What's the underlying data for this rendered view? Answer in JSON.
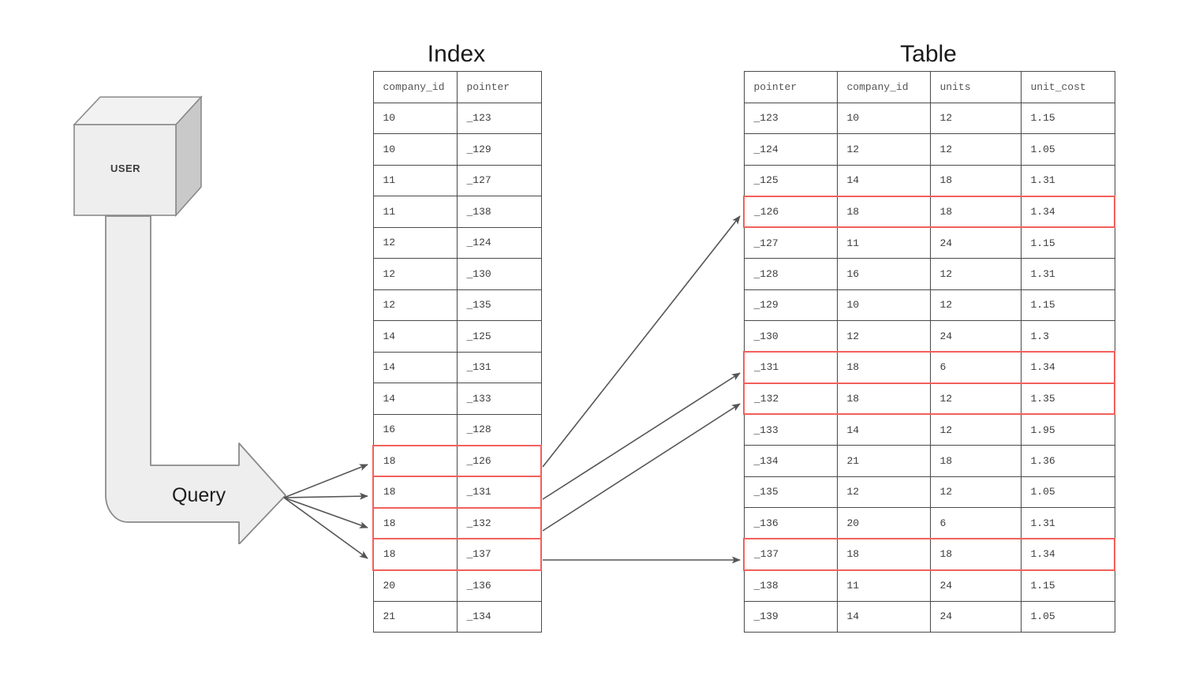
{
  "titles": {
    "index": "Index",
    "table": "Table"
  },
  "user": {
    "label": "USER"
  },
  "query": {
    "label": "Query"
  },
  "index_table": {
    "columns": [
      "company_id",
      "pointer"
    ],
    "rows": [
      {
        "company_id": "10",
        "pointer": "_123",
        "highlighted": false
      },
      {
        "company_id": "10",
        "pointer": "_129",
        "highlighted": false
      },
      {
        "company_id": "11",
        "pointer": "_127",
        "highlighted": false
      },
      {
        "company_id": "11",
        "pointer": "_138",
        "highlighted": false
      },
      {
        "company_id": "12",
        "pointer": "_124",
        "highlighted": false
      },
      {
        "company_id": "12",
        "pointer": "_130",
        "highlighted": false
      },
      {
        "company_id": "12",
        "pointer": "_135",
        "highlighted": false
      },
      {
        "company_id": "14",
        "pointer": "_125",
        "highlighted": false
      },
      {
        "company_id": "14",
        "pointer": "_131",
        "highlighted": false
      },
      {
        "company_id": "14",
        "pointer": "_133",
        "highlighted": false
      },
      {
        "company_id": "16",
        "pointer": "_128",
        "highlighted": false
      },
      {
        "company_id": "18",
        "pointer": "_126",
        "highlighted": true
      },
      {
        "company_id": "18",
        "pointer": "_131",
        "highlighted": true
      },
      {
        "company_id": "18",
        "pointer": "_132",
        "highlighted": true
      },
      {
        "company_id": "18",
        "pointer": "_137",
        "highlighted": true
      },
      {
        "company_id": "20",
        "pointer": "_136",
        "highlighted": false
      },
      {
        "company_id": "21",
        "pointer": "_134",
        "highlighted": false
      }
    ]
  },
  "main_table": {
    "columns": [
      "pointer",
      "company_id",
      "units",
      "unit_cost"
    ],
    "rows": [
      {
        "pointer": "_123",
        "company_id": "10",
        "units": "12",
        "unit_cost": "1.15",
        "highlighted": false
      },
      {
        "pointer": "_124",
        "company_id": "12",
        "units": "12",
        "unit_cost": "1.05",
        "highlighted": false
      },
      {
        "pointer": "_125",
        "company_id": "14",
        "units": "18",
        "unit_cost": "1.31",
        "highlighted": false
      },
      {
        "pointer": "_126",
        "company_id": "18",
        "units": "18",
        "unit_cost": "1.34",
        "highlighted": true
      },
      {
        "pointer": "_127",
        "company_id": "11",
        "units": "24",
        "unit_cost": "1.15",
        "highlighted": false
      },
      {
        "pointer": "_128",
        "company_id": "16",
        "units": "12",
        "unit_cost": "1.31",
        "highlighted": false
      },
      {
        "pointer": "_129",
        "company_id": "10",
        "units": "12",
        "unit_cost": "1.15",
        "highlighted": false
      },
      {
        "pointer": "_130",
        "company_id": "12",
        "units": "24",
        "unit_cost": "1.3",
        "highlighted": false
      },
      {
        "pointer": "_131",
        "company_id": "18",
        "units": "6",
        "unit_cost": "1.34",
        "highlighted": true
      },
      {
        "pointer": "_132",
        "company_id": "18",
        "units": "12",
        "unit_cost": "1.35",
        "highlighted": true
      },
      {
        "pointer": "_133",
        "company_id": "14",
        "units": "12",
        "unit_cost": "1.95",
        "highlighted": false
      },
      {
        "pointer": "_134",
        "company_id": "21",
        "units": "18",
        "unit_cost": "1.36",
        "highlighted": false
      },
      {
        "pointer": "_135",
        "company_id": "12",
        "units": "12",
        "unit_cost": "1.05",
        "highlighted": false
      },
      {
        "pointer": "_136",
        "company_id": "20",
        "units": "6",
        "unit_cost": "1.31",
        "highlighted": false
      },
      {
        "pointer": "_137",
        "company_id": "18",
        "units": "18",
        "unit_cost": "1.34",
        "highlighted": true
      },
      {
        "pointer": "_138",
        "company_id": "11",
        "units": "24",
        "unit_cost": "1.15",
        "highlighted": false
      },
      {
        "pointer": "_139",
        "company_id": "14",
        "units": "24",
        "unit_cost": "1.05",
        "highlighted": false
      }
    ]
  },
  "colors": {
    "highlight": "#f2605b",
    "grid_line": "#4a4a4a",
    "shape_fill": "#eeeeee",
    "shape_stroke": "#8a8a8a",
    "arrow": "#555555",
    "text": "#3d3d3d"
  }
}
